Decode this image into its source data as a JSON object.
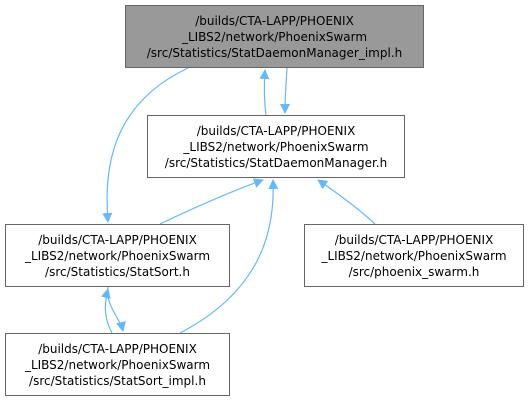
{
  "diagram": {
    "edge_color": "#63b8ff",
    "highlight_fill": "#999999",
    "node_border": "#666666",
    "nodes": {
      "stat_daemon_manager_impl": {
        "label": "/builds/CTA-LAPP/PHOENIX\n_LIBS2/network/PhoenixSwarm\n/src/Statistics/StatDaemonManager_impl.h",
        "highlighted": true
      },
      "stat_daemon_manager": {
        "label": "/builds/CTA-LAPP/PHOENIX\n_LIBS2/network/PhoenixSwarm\n/src/Statistics/StatDaemonManager.h",
        "highlighted": false
      },
      "stat_sort": {
        "label": "/builds/CTA-LAPP/PHOENIX\n_LIBS2/network/PhoenixSwarm\n/src/Statistics/StatSort.h",
        "highlighted": false
      },
      "phoenix_swarm": {
        "label": "/builds/CTA-LAPP/PHOENIX\n_LIBS2/network/PhoenixSwarm\n/src/phoenix_swarm.h",
        "highlighted": false
      },
      "stat_sort_impl": {
        "label": "/builds/CTA-LAPP/PHOENIX\n_LIBS2/network/PhoenixSwarm\n/src/Statistics/StatSort_impl.h",
        "highlighted": false
      }
    },
    "edges": [
      {
        "from": "stat_daemon_manager_impl",
        "to": "stat_sort"
      },
      {
        "from": "stat_daemon_manager_impl",
        "to": "stat_daemon_manager"
      },
      {
        "from": "stat_daemon_manager",
        "to": "stat_daemon_manager_impl"
      },
      {
        "from": "stat_sort",
        "to": "stat_daemon_manager"
      },
      {
        "from": "phoenix_swarm",
        "to": "stat_daemon_manager"
      },
      {
        "from": "stat_sort_impl",
        "to": "stat_daemon_manager"
      },
      {
        "from": "stat_sort",
        "to": "stat_sort_impl"
      },
      {
        "from": "stat_sort_impl",
        "to": "stat_sort"
      }
    ]
  }
}
